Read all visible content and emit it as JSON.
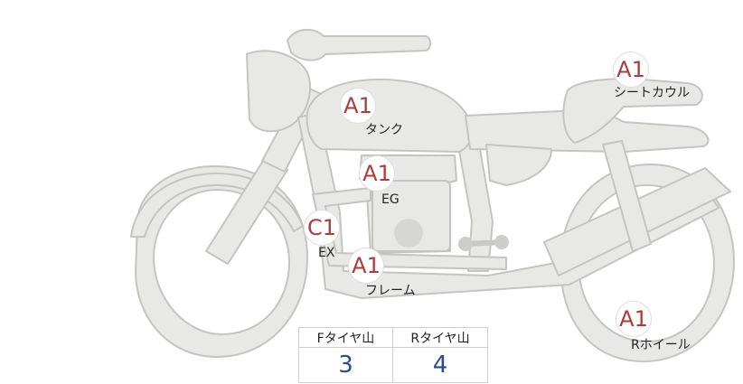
{
  "diagram": {
    "parts": [
      {
        "key": "seat_cowl",
        "grade": "A1",
        "label": "シートカウル"
      },
      {
        "key": "tank",
        "grade": "A1",
        "label": "タンク"
      },
      {
        "key": "engine",
        "grade": "A1",
        "label": "EG"
      },
      {
        "key": "exhaust",
        "grade": "C1",
        "label": "EX"
      },
      {
        "key": "frame",
        "grade": "A1",
        "label": "フレーム"
      },
      {
        "key": "rear_wheel",
        "grade": "A1",
        "label": "Rホイール"
      }
    ]
  },
  "tire_table": {
    "front_header": "Fタイヤ山",
    "rear_header": "Rタイヤ山",
    "front_value": "3",
    "rear_value": "4"
  },
  "colors": {
    "grade_text": "#b03a3a",
    "value_text": "#2b4a8a",
    "bike_fill": "#e6e6e4",
    "bike_stroke": "#c6c6c4"
  }
}
